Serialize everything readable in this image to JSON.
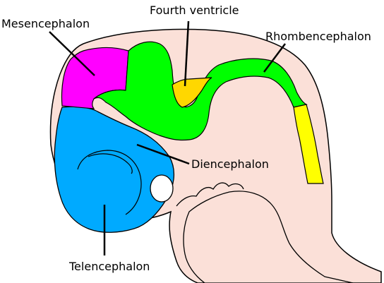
{
  "labels": {
    "mesencephalon": "Mesencephalon",
    "fourth_ventricle": "Fourth ventricle",
    "rhombencephalon": "Rhombencephalon",
    "diencephalon": "Diencephalon",
    "telencephalon": "Telencephalon"
  },
  "colors": {
    "background": "#ffffff",
    "tissue": "#fbe0d8",
    "outline": "#000000",
    "mesencephalon": "#ff00ff",
    "rhombencephalon": "#00ff00",
    "fourth_ventricle": "#ffd700",
    "spinal_cord": "#ffff00",
    "prosencephalon": "#00aaff"
  }
}
